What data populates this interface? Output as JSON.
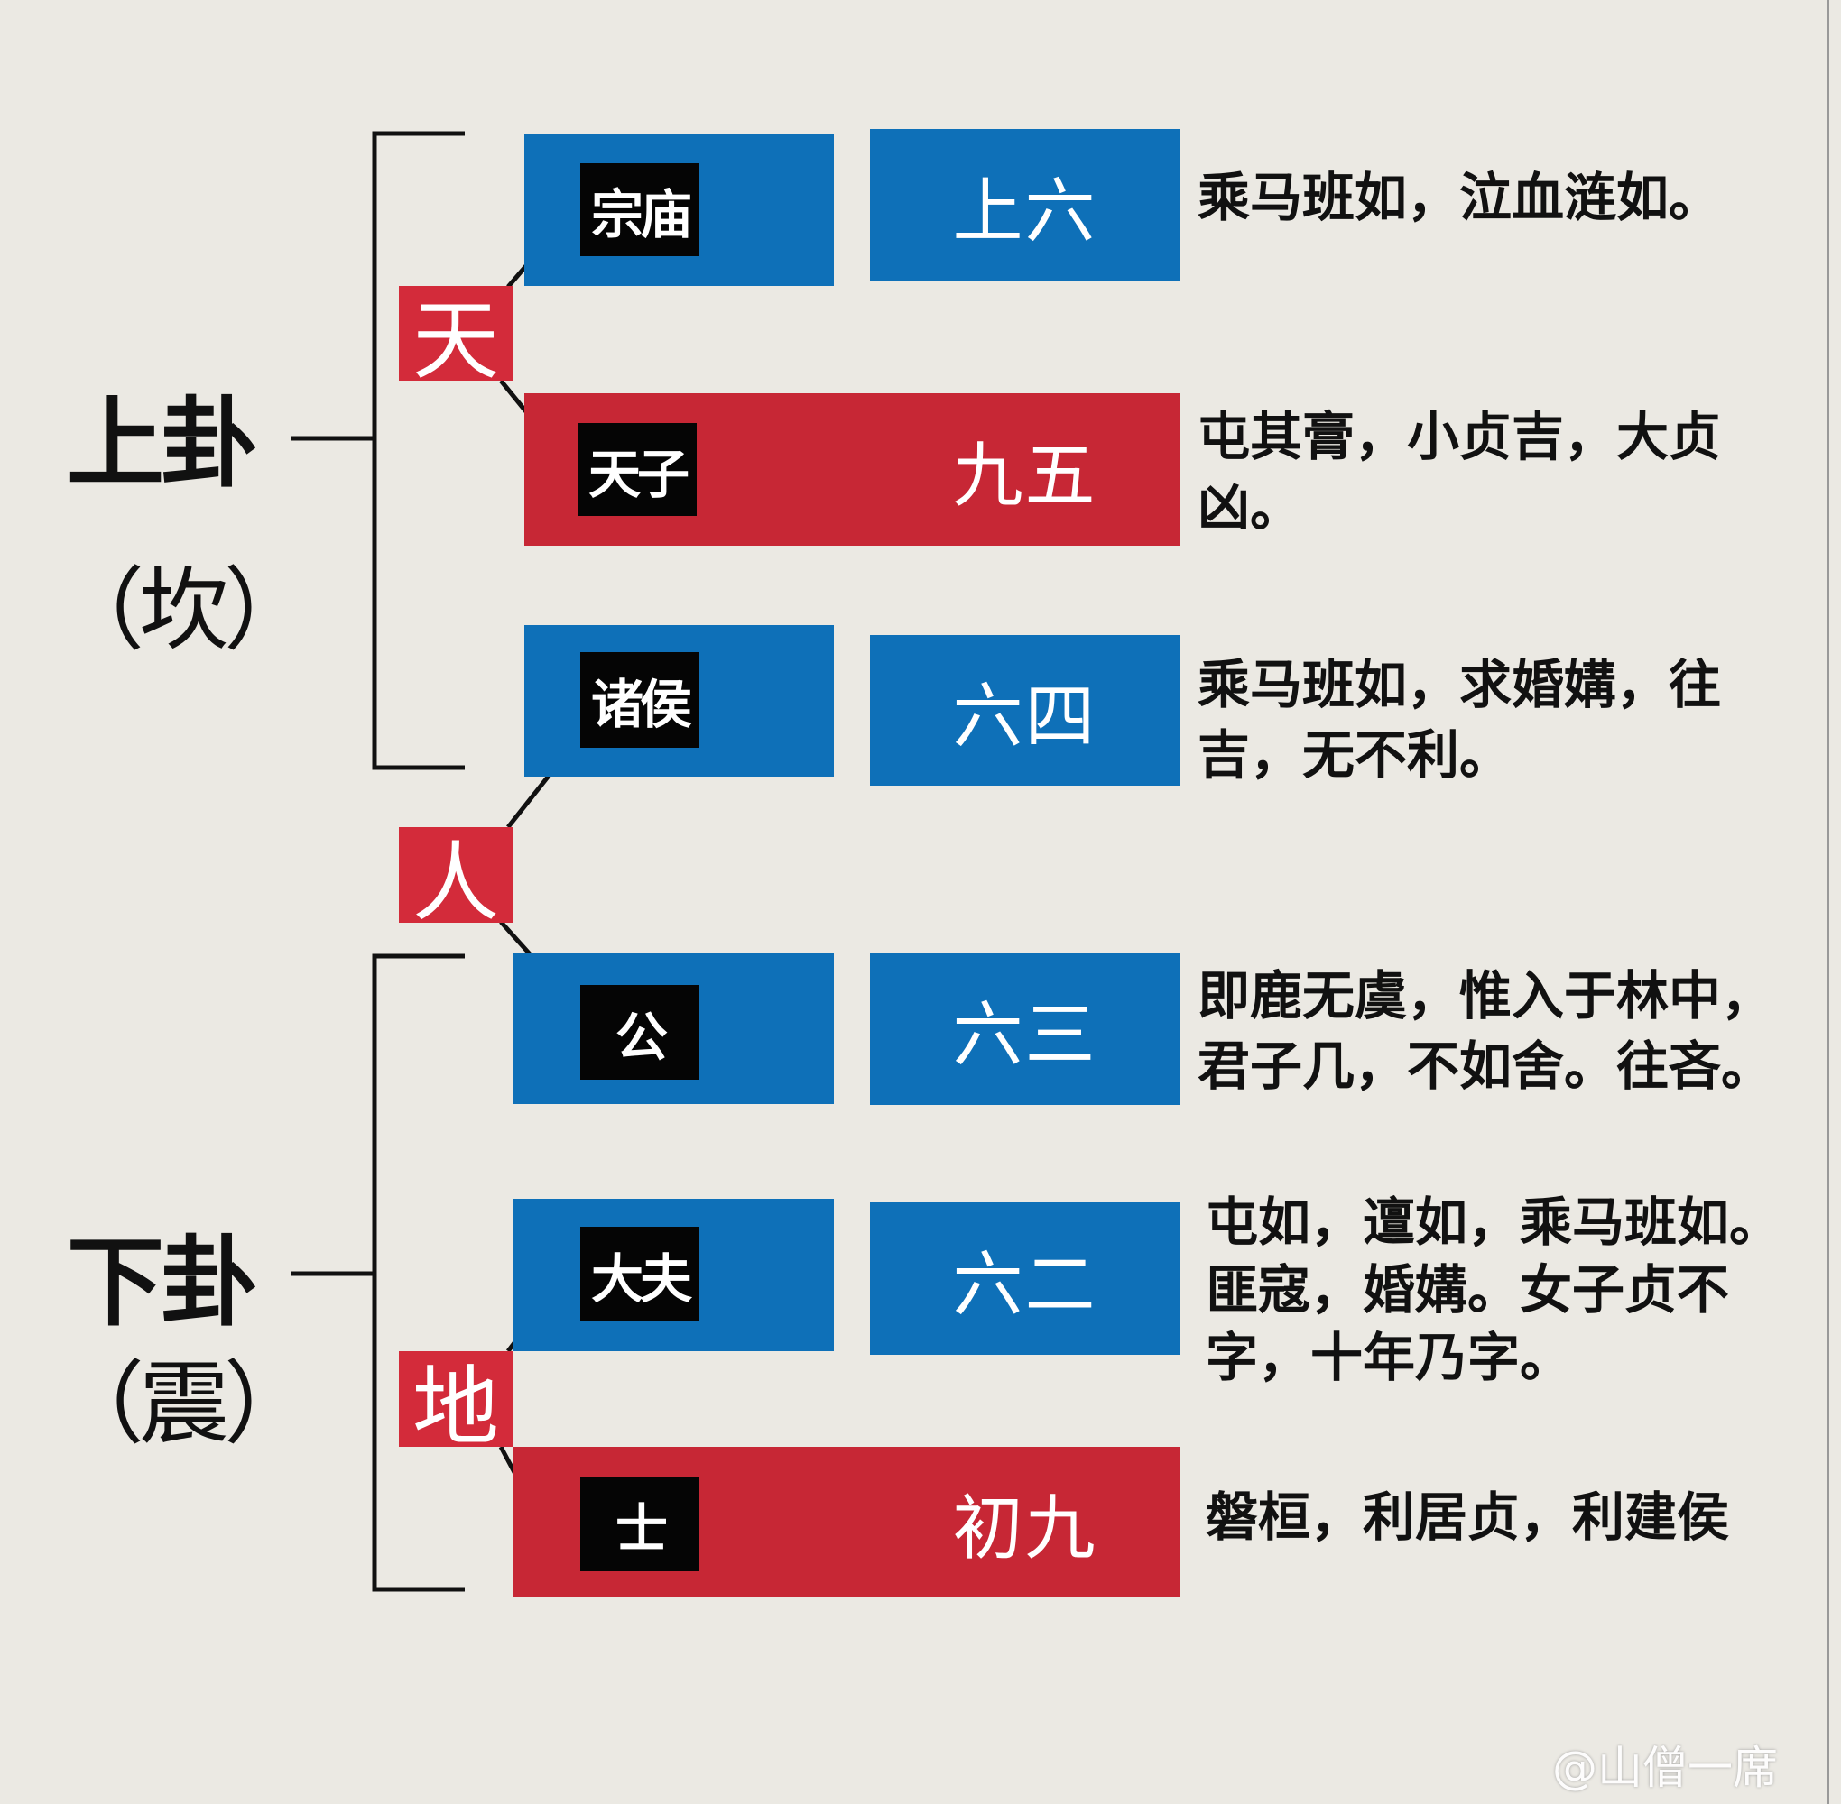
{
  "upper_trigram": {
    "label": "上卦",
    "name": "（坎）"
  },
  "lower_trigram": {
    "label": "下卦",
    "name": "（震）"
  },
  "realms": {
    "heaven": "天",
    "human": "人",
    "earth": "地"
  },
  "lines": [
    {
      "rank": "宗庙",
      "position": "上六",
      "text": "乘马班如，泣血涟如。",
      "color": "#0e70b8"
    },
    {
      "rank": "天子",
      "position": "九五",
      "text": "屯其膏，小贞吉，大贞凶。",
      "color": "#c72735"
    },
    {
      "rank": "诸侯",
      "position": "六四",
      "text": "乘马班如，求婚媾，往吉，无不利。",
      "color": "#0e70b8"
    },
    {
      "rank": "公",
      "position": "六三",
      "text": "即鹿无虞，惟入于林中，君子几，不如舍。往吝。",
      "color": "#0e70b8"
    },
    {
      "rank": "大夫",
      "position": "六二",
      "text": "屯如，邅如，乘马班如。匪寇，婚媾。女子贞不字，十年乃字。",
      "color": "#0e70b8"
    },
    {
      "rank": "士",
      "position": "初九",
      "text": "磐桓，利居贞，利建侯",
      "color": "#c72735"
    }
  ],
  "watermark": "@山僧一席"
}
